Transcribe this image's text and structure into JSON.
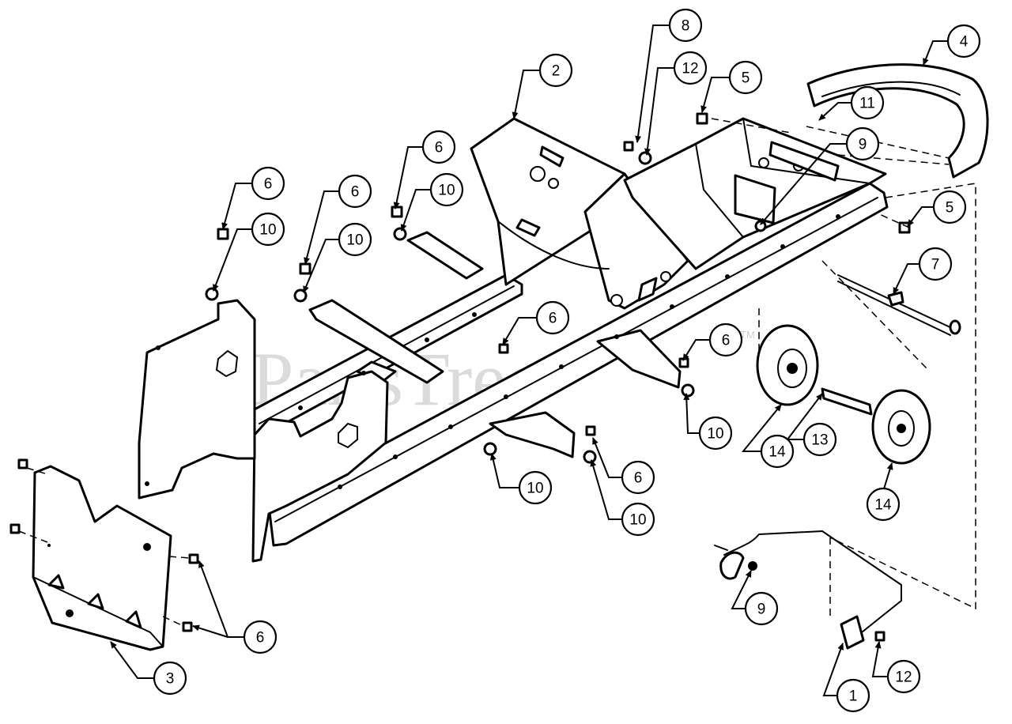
{
  "watermark": {
    "text": "PartsTree",
    "trademark": "TM"
  },
  "callouts": [
    "1",
    "2",
    "3",
    "4",
    "5",
    "6",
    "7",
    "8",
    "9",
    "10",
    "11",
    "12",
    "13",
    "14"
  ]
}
